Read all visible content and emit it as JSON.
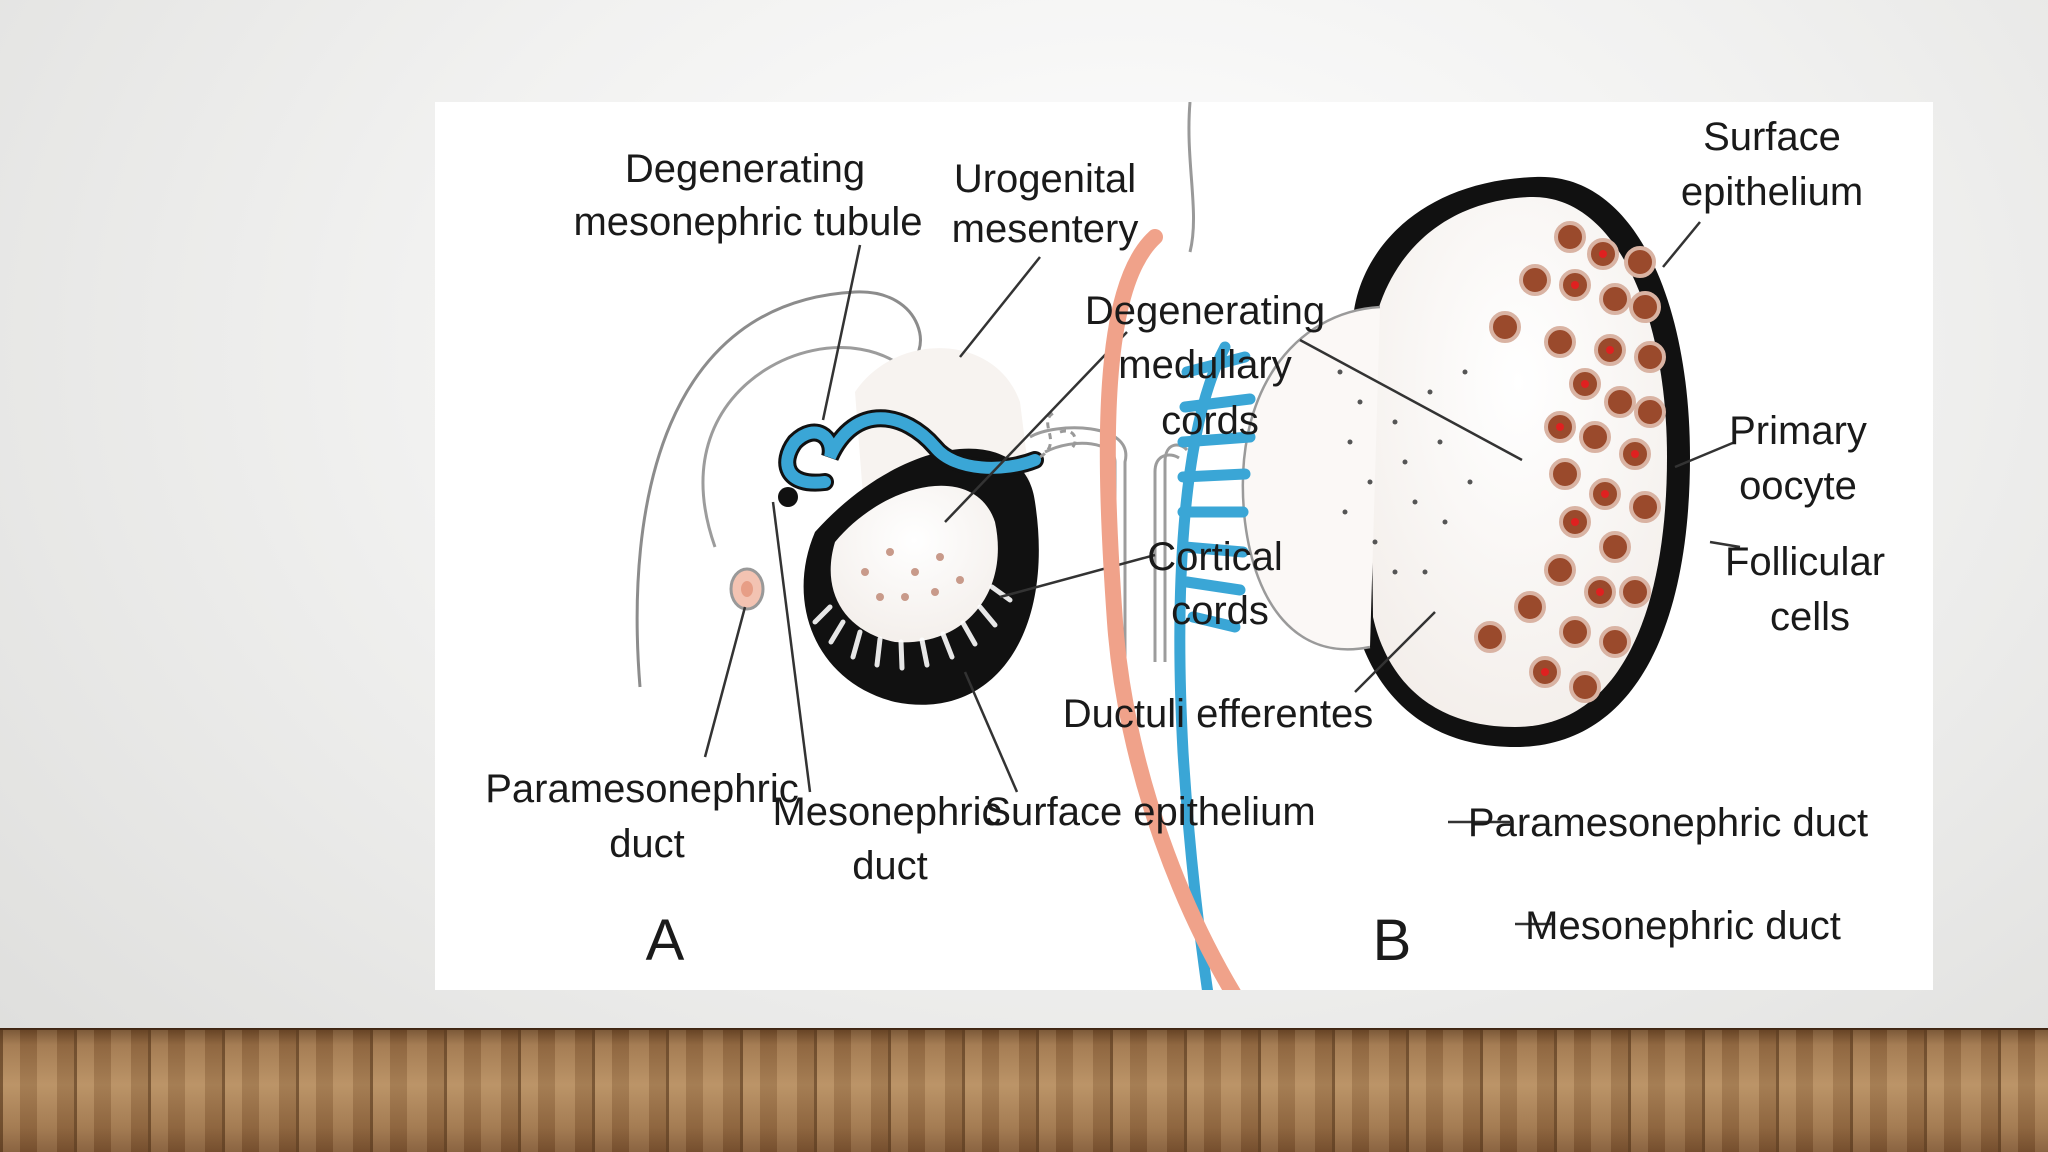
{
  "slide": {
    "figure": {
      "panel_a": {
        "panel_letter": "A",
        "labels": {
          "degenerating_tubule": [
            "Degenerating",
            "mesonephric tubule"
          ],
          "urogenital_mesentery": [
            "Urogenital",
            "mesentery"
          ],
          "degenerating_medullary_cords": [
            "Degenerating",
            "medullary",
            "cords"
          ],
          "cortical_cords": [
            "Cortical",
            "cords"
          ],
          "paramesonephric_duct": [
            "Paramesonephric",
            "duct"
          ],
          "mesonephric_duct": [
            "Mesonephric",
            "duct"
          ],
          "surface_epithelium": "Surface epithelium"
        }
      },
      "panel_b": {
        "panel_letter": "B",
        "labels": {
          "surface_epithelium": [
            "Surface",
            "epithelium"
          ],
          "primary_oocyte": [
            "Primary",
            "oocyte"
          ],
          "follicular_cells": [
            "Follicular",
            "cells"
          ],
          "ductuli_efferentes": "Ductuli efferentes",
          "paramesonephric_duct": "Paramesonephric duct",
          "mesonephric_duct": "Mesonephric duct"
        }
      },
      "colors": {
        "mesonephric": "#3aa6d6",
        "paramesonephric": "#f0a28a",
        "epithelium": "#111111",
        "oocyte": "#9a4a2c"
      }
    }
  }
}
